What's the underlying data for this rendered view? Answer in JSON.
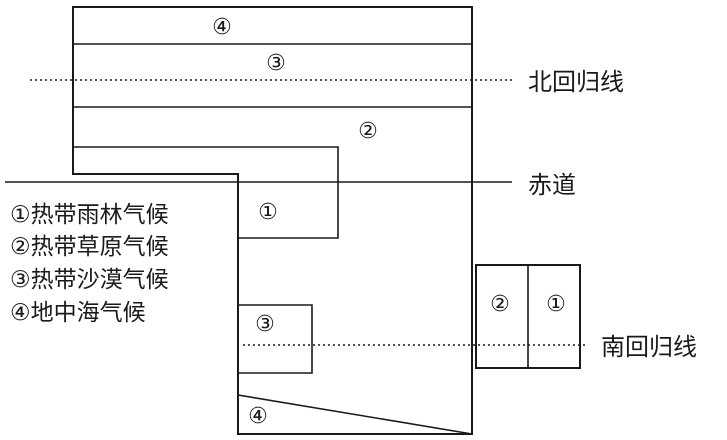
{
  "lines": {
    "tropic_north": "北回归线",
    "equator": "赤道",
    "tropic_south": "南回归线"
  },
  "main_continent": {
    "zones": [
      "④",
      "③",
      "②",
      "①",
      "③",
      "④"
    ]
  },
  "small_continent": {
    "zones": [
      "②",
      "①"
    ]
  },
  "legend": [
    "①热带雨林气候",
    "②热带草原气候",
    "③热带沙漠气候",
    "④地中海气候"
  ]
}
